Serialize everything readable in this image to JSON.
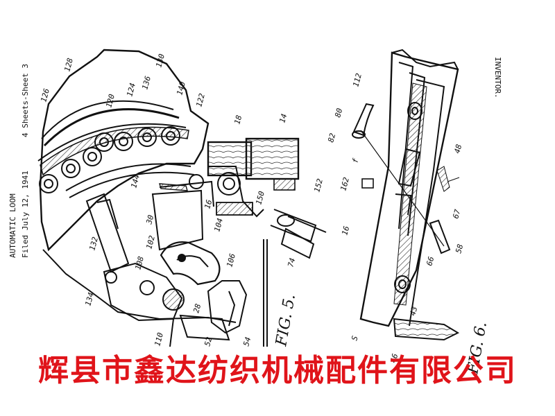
{
  "header": {
    "title": "AUTOMATIC LOOM",
    "filed": "Filed July 12, 1941",
    "sheet": "4 Sheets-Sheet 3",
    "inventor": "INVENTOR."
  },
  "figures": {
    "fig5": "FIG. 5.",
    "fig6": "FIG. 6."
  },
  "reference_numerals": {
    "left": [
      "128",
      "130",
      "126",
      "136",
      "140",
      "120",
      "124",
      "122",
      "18",
      "14",
      "144",
      "152",
      "150",
      "16",
      "104",
      "30",
      "102",
      "106",
      "74",
      "132",
      "108",
      "134",
      "28",
      "110",
      "52",
      "54",
      "S"
    ],
    "right": [
      "80",
      "112",
      "82",
      "f",
      "48",
      "162",
      "16",
      "67",
      "58",
      "66",
      "43",
      "46"
    ]
  },
  "watermark": "辉县市鑫达纺织机械配件有限公司"
}
